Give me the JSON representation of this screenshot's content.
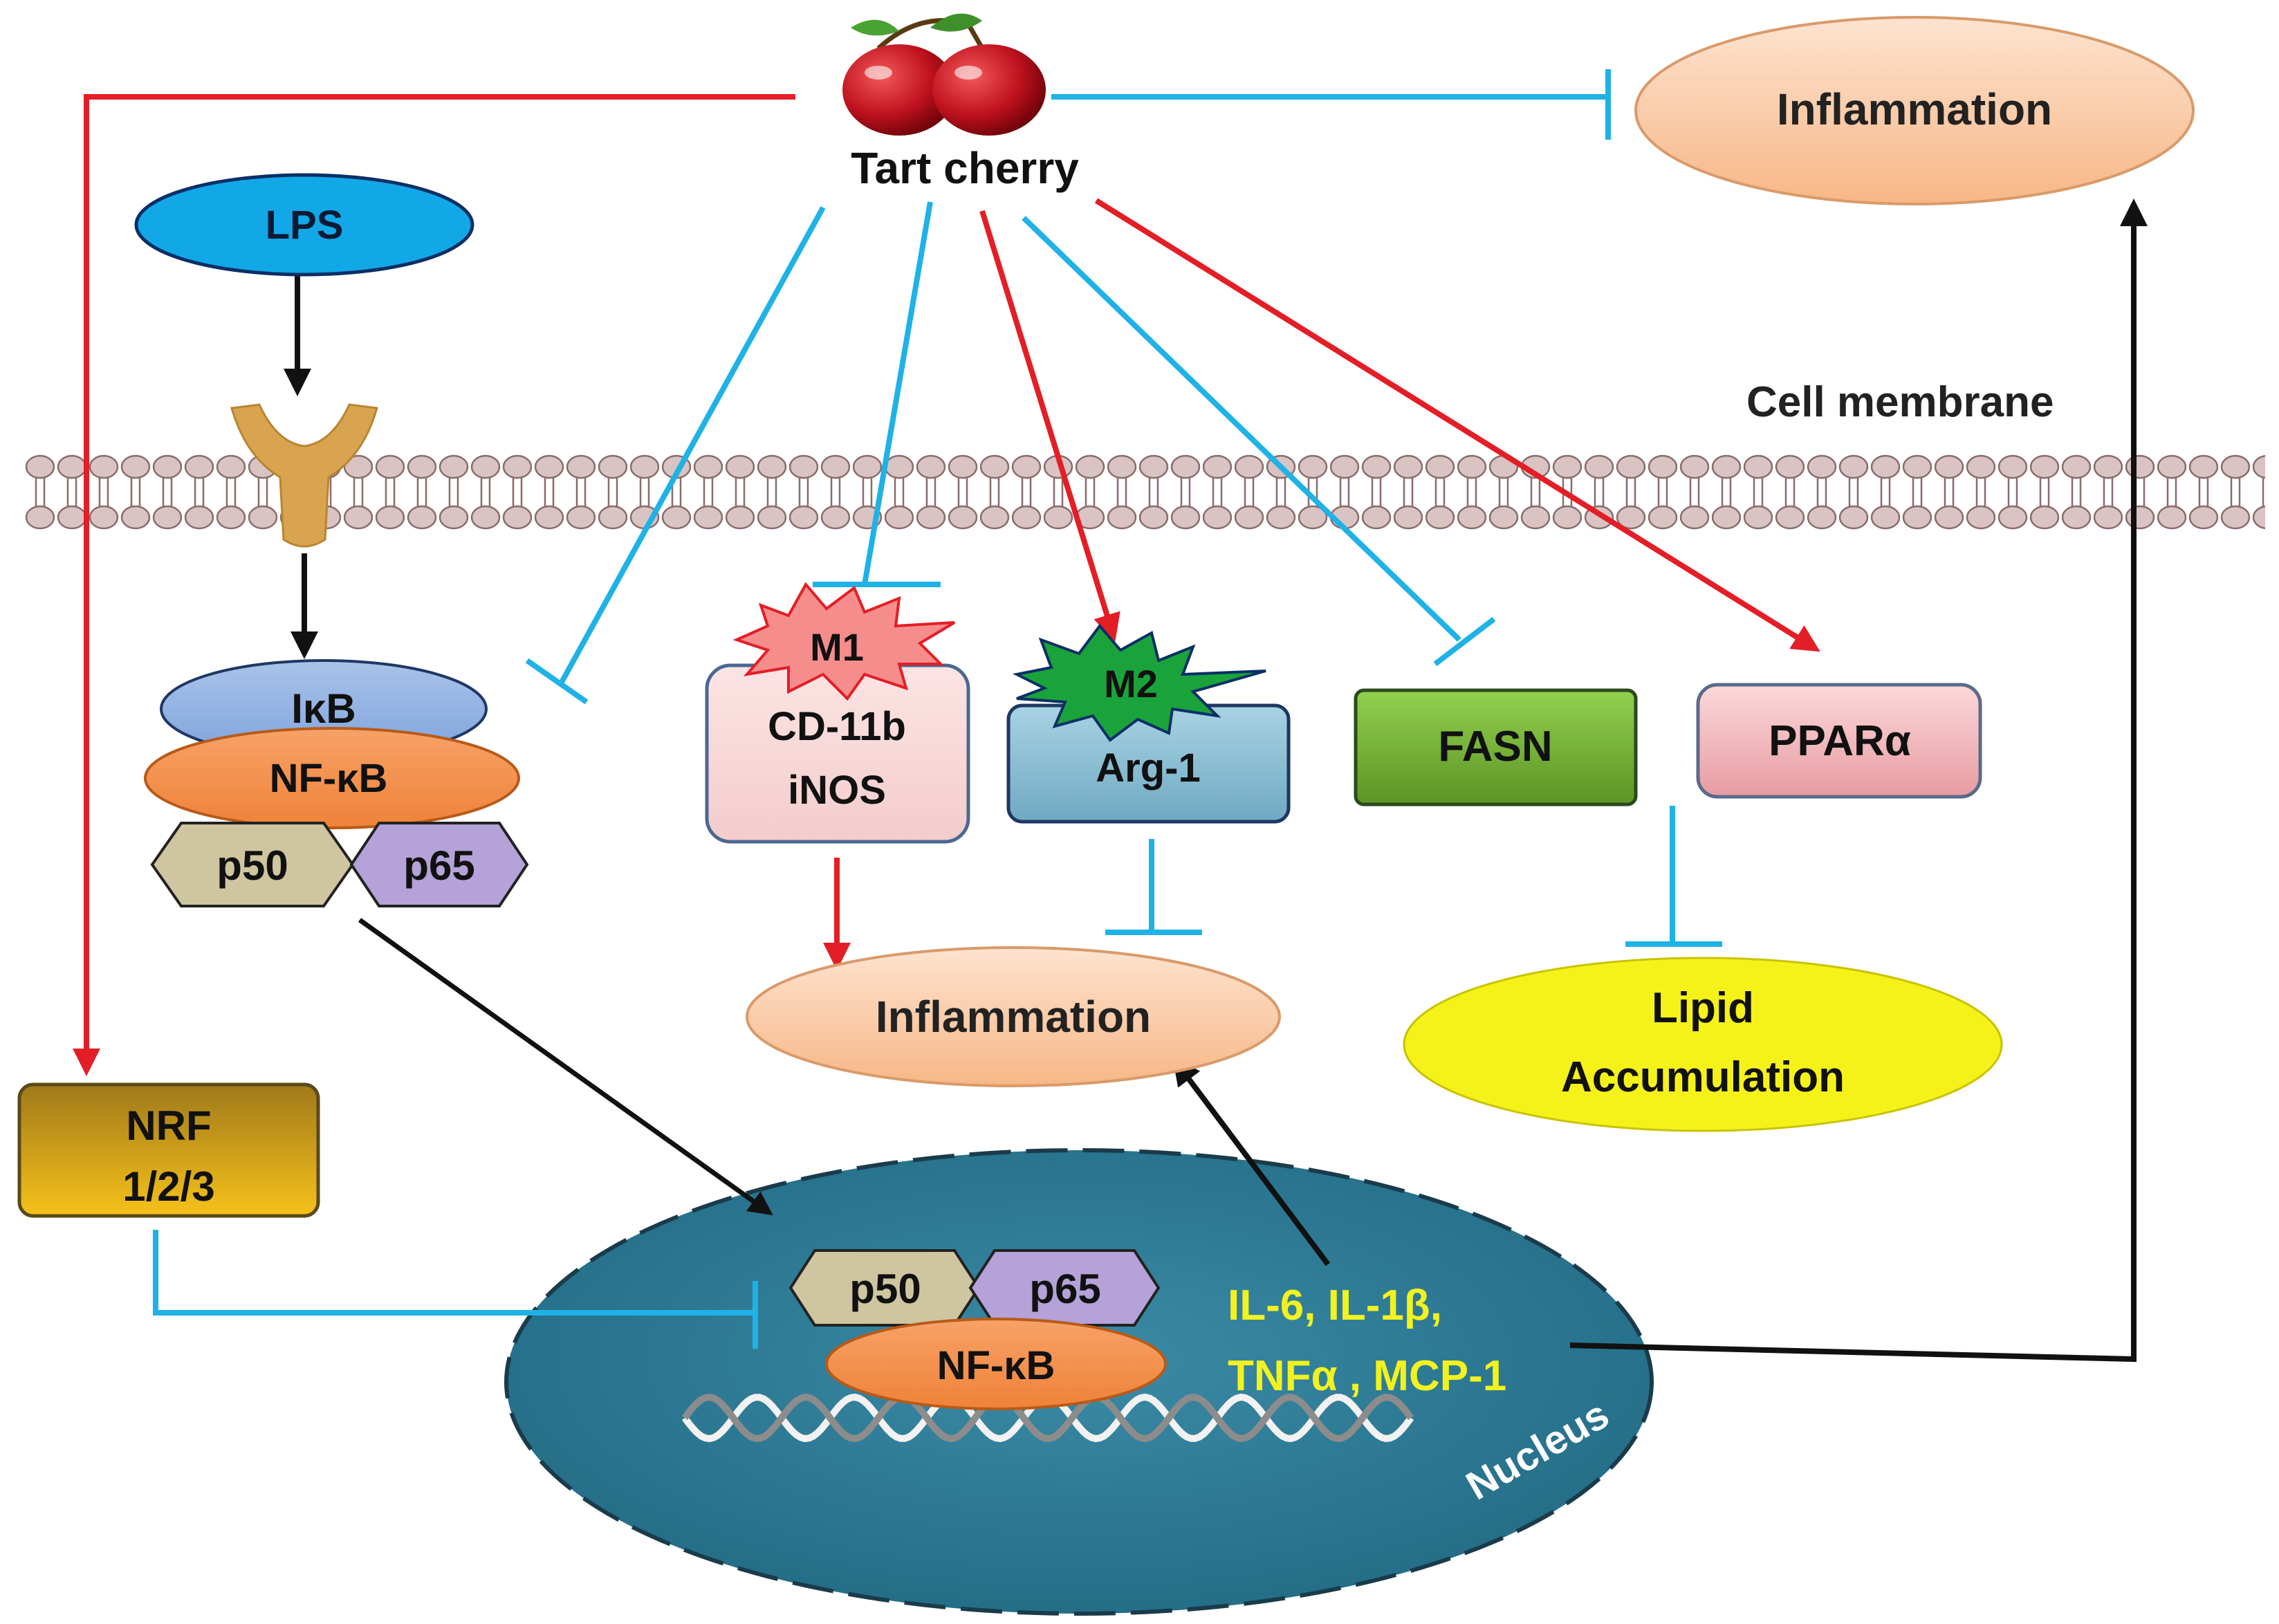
{
  "labels": {
    "tart_cherry": "Tart cherry",
    "inflammation_top": "Inflammation",
    "lps": "LPS",
    "cell_membrane": "Cell membrane",
    "ikb": "IκB",
    "nfkb_cyto": "NF-κB",
    "p50_cyto": "p50",
    "p65_cyto": "p65",
    "m1": "M1",
    "m1_line1": "CD-11b",
    "m1_line2": "iNOS",
    "m2": "M2",
    "m2_line1": "Arg-1",
    "fasn": "FASN",
    "ppar": "PPARα",
    "inflammation_mid": "Inflammation",
    "lipid_line1": "Lipid",
    "lipid_line2": "Accumulation",
    "nrf_line1": "NRF",
    "nrf_line2": "1/2/3",
    "p50_nuc": "p50",
    "p65_nuc": "p65",
    "nfkb_nuc": "NF-κB",
    "cytokines_line1": "IL-6, IL-1β,",
    "cytokines_line2": "TNFα , MCP-1",
    "nucleus": "Nucleus"
  },
  "colors": {
    "activation": "#e41e26",
    "inhibition": "#1fb2e6",
    "flow": "#111111",
    "lps": "#12a8e8",
    "nucleus": "#2e7c96",
    "cytokine_text": "#f2f21e",
    "lipid": "#f5f21a"
  },
  "icons": {
    "cherry": "cherry-icon",
    "receptor": "receptor-icon",
    "dna": "dna-helix-icon"
  }
}
